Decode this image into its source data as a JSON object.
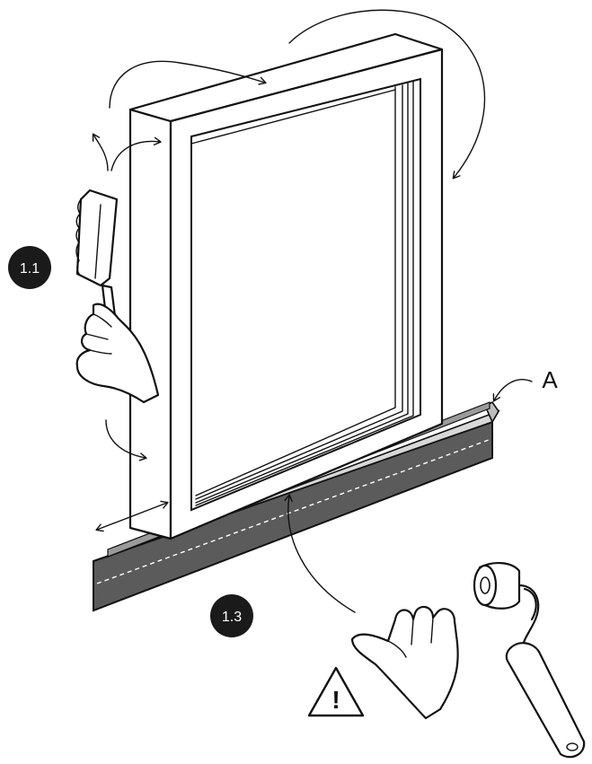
{
  "steps": [
    {
      "label": "1.1"
    },
    {
      "label": "1.3"
    }
  ],
  "callout": {
    "label": "A"
  },
  "warning": {
    "glyph": "!"
  },
  "colors": {
    "line": "#111111",
    "badge": "#1a1a1a",
    "flashing": "#5b5b5b",
    "background": "#ffffff"
  },
  "icons": [
    "brush-icon",
    "hand-icon",
    "roller-icon",
    "warning-icon",
    "arrow-icon"
  ]
}
